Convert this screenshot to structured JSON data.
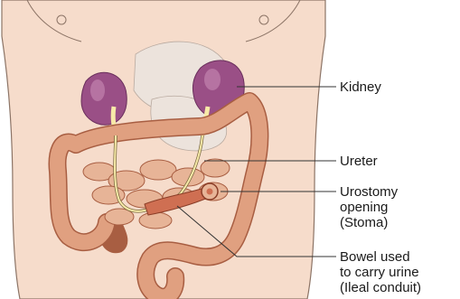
{
  "labels": {
    "kidney": "Kidney",
    "ureter": "Ureter",
    "urostomy": "Urostomy\nopening\n(Stoma)",
    "bowel": "Bowel used\nto carry urine\n(Ileal conduit)"
  },
  "colors": {
    "skin": "#f6dccb",
    "skin_outline": "#8c7466",
    "kidney": "#9a4f86",
    "kidney_highlight": "#c98cb6",
    "intestine": "#e0a080",
    "intestine_outline": "#a85e42",
    "conduit": "#cf6f52",
    "ureter": "#f7e9a8",
    "organ_shadow": "#e8dfd8",
    "leader_line": "#333333"
  }
}
